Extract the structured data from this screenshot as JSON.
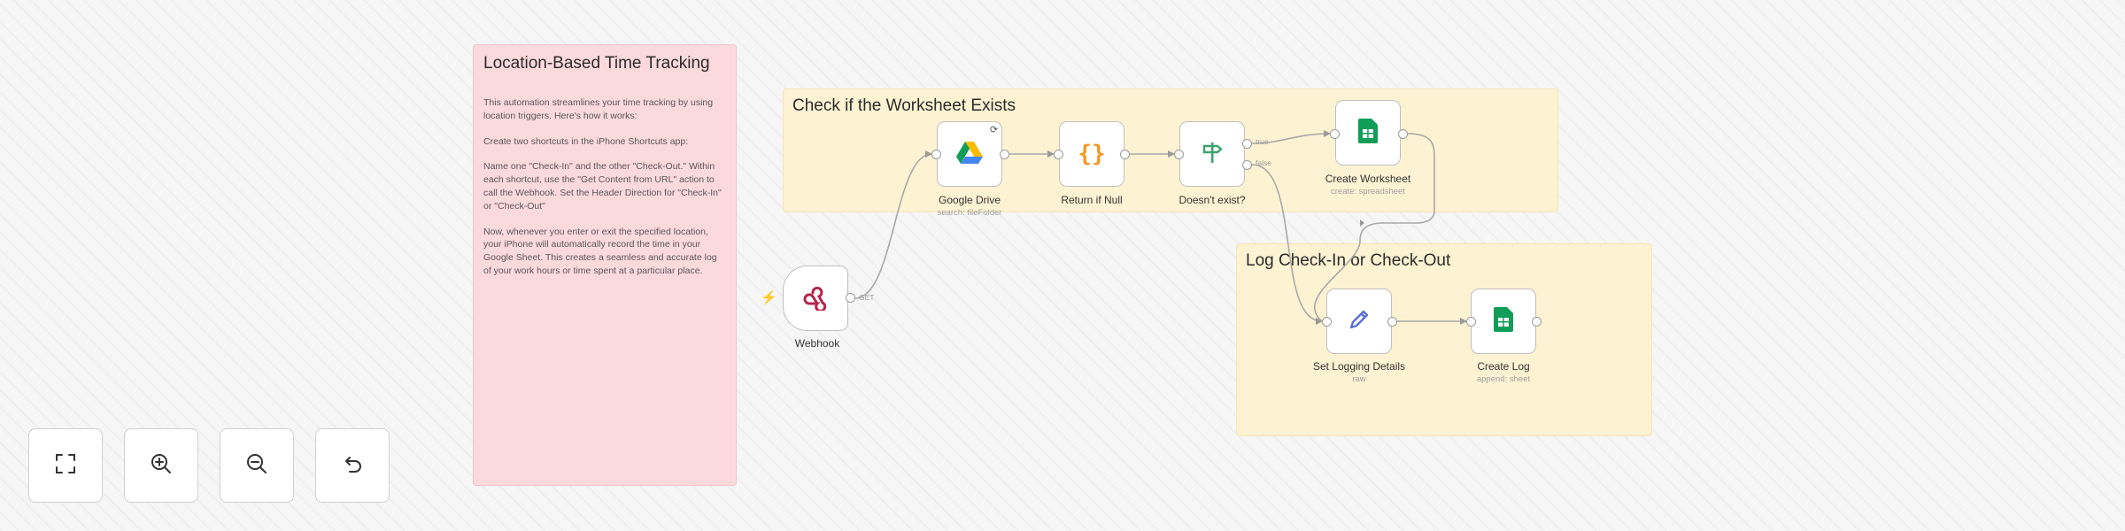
{
  "sticky_note": {
    "title": "Location-Based Time Tracking",
    "paragraphs": [
      "This automation streamlines your time tracking by using location triggers. Here's how it works:",
      "Create two shortcuts in the iPhone Shortcuts app:",
      "Name one \"Check-In\" and the other \"Check-Out.\" Within each shortcut, use the \"Get Content from URL\" action to call the Webhook. Set the Header Direction for \"Check-In\" or \"Check-Out\"",
      "Now, whenever you enter or exit the specified location, your iPhone will automatically record the time in your Google Sheet. This creates a seamless and accurate log of your work hours or time spent at a particular place."
    ]
  },
  "groups": {
    "check": {
      "title": "Check if the Worksheet Exists"
    },
    "log": {
      "title": "Log Check-In or Check-Out"
    }
  },
  "nodes": {
    "webhook": {
      "label": "Webhook",
      "output_label": "GET",
      "icon": "webhook-icon"
    },
    "google_drive": {
      "label": "Google Drive",
      "sub": "search: fileFolder",
      "icon": "google-drive-icon"
    },
    "return_if_null": {
      "label": "Return if Null",
      "icon": "code-braces-icon"
    },
    "doesnt_exist": {
      "label": "Doesn't exist?",
      "true_label": "true",
      "false_label": "false",
      "icon": "signpost-icon"
    },
    "create_worksheet": {
      "label": "Create Worksheet",
      "sub": "create: spreadsheet",
      "icon": "google-sheets-icon"
    },
    "set_logging_details": {
      "label": "Set Logging Details",
      "sub": "raw",
      "icon": "pencil-icon"
    },
    "create_log": {
      "label": "Create Log",
      "sub": "append: sheet",
      "icon": "google-sheets-icon"
    }
  },
  "controls": [
    "fit-view",
    "zoom-in",
    "zoom-out",
    "reset-zoom"
  ],
  "colors": {
    "sticky_pink": "#fcd9dd",
    "sticky_yellow": "#fdf2d2",
    "sheets_green": "#0f9d58",
    "code_orange": "#f29a26",
    "if_green": "#3ca36f",
    "trigger_red": "#ff6d5a"
  }
}
